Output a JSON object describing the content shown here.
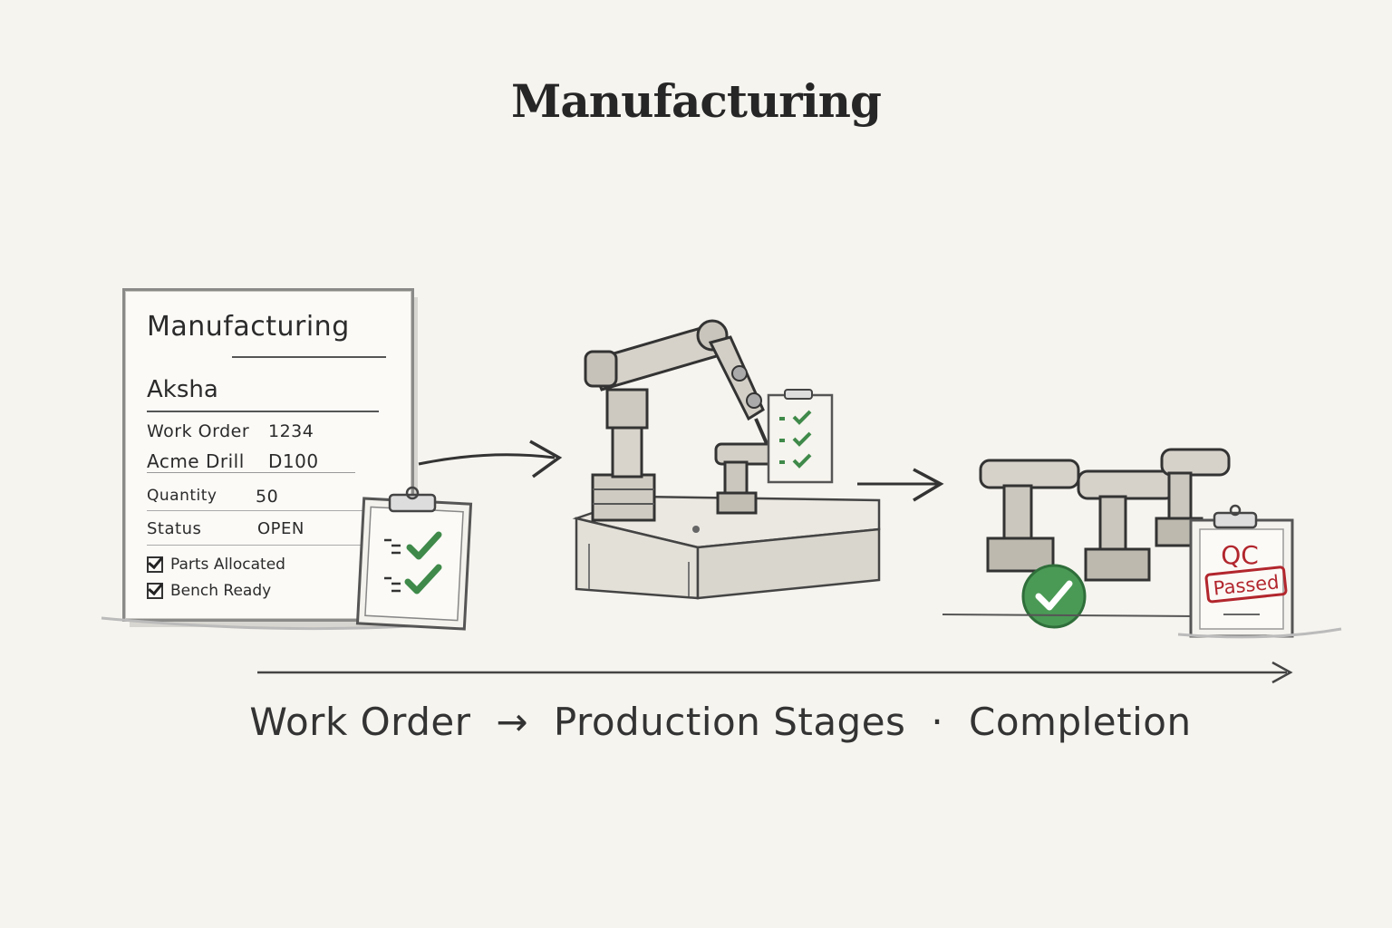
{
  "title": "Manufacturing",
  "card": {
    "title": "Manufacturing",
    "name": "Aksha",
    "work_order_label": "Work Order",
    "work_order_value": "1234",
    "product_name": "Acme Drill",
    "product_code": "D100",
    "quantity_label": "Quantity",
    "quantity_value": "50",
    "status_label": "Status",
    "status_value": "OPEN",
    "checks": [
      "Parts Allocated",
      "Bench Ready"
    ]
  },
  "qc_clipboard": {
    "line1": "QC",
    "stamp": "Passed"
  },
  "flow": {
    "step1": "Work Order",
    "arrow": "→",
    "step2": "Production Stages",
    "separator": "·",
    "step3": "Completion"
  },
  "colors": {
    "background": "#f6f4ef",
    "ink": "#2a2a2a",
    "check_green": "#3f8a4a",
    "qc_red": "#b2262d"
  },
  "icons": [
    "clipboard-icon",
    "robot-arm-icon",
    "drill-icon",
    "check-circle-icon",
    "arrow-right-icon"
  ]
}
